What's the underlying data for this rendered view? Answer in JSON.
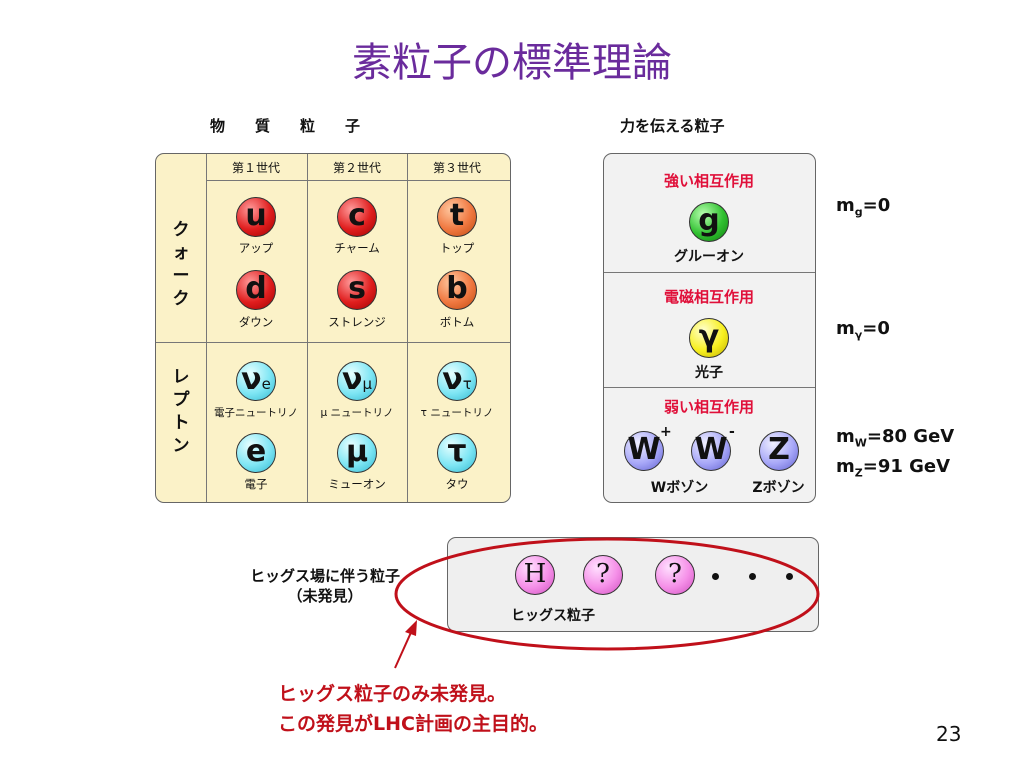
{
  "title": "素粒子の標準理論",
  "matter_header": "物　　質　　粒　　子",
  "force_header": "力を伝える粒子",
  "generations": [
    "第１世代",
    "第２世代",
    "第３世代"
  ],
  "row_labels": {
    "quark": "クォーク",
    "lepton": "レプトン"
  },
  "quarks": [
    {
      "symbol": "u",
      "name": "アップ"
    },
    {
      "symbol": "c",
      "name": "チャーム"
    },
    {
      "symbol": "t",
      "name": "トップ"
    },
    {
      "symbol": "d",
      "name": "ダウン"
    },
    {
      "symbol": "s",
      "name": "ストレンジ"
    },
    {
      "symbol": "b",
      "name": "ボトム"
    }
  ],
  "leptons": [
    {
      "symbol": "ν",
      "sub": "e",
      "name": "電子ニュートリノ"
    },
    {
      "symbol": "ν",
      "sub": "μ",
      "name": "μ ニュートリノ"
    },
    {
      "symbol": "ν",
      "sub": "τ",
      "name": "τ ニュートリノ"
    },
    {
      "symbol": "e",
      "sub": "",
      "name": "電子"
    },
    {
      "symbol": "μ",
      "sub": "",
      "name": "ミューオン"
    },
    {
      "symbol": "τ",
      "sub": "",
      "name": "タウ"
    }
  ],
  "forces": {
    "strong": {
      "title": "強い相互作用",
      "symbol": "g",
      "name": "グルーオン"
    },
    "em": {
      "title": "電磁相互作用",
      "symbol": "γ",
      "name": "光子"
    },
    "weak": {
      "title": "弱い相互作用",
      "w_plus": "W",
      "w_minus": "W",
      "z": "Z",
      "plus": "+",
      "minus": "-",
      "w_name": "Wボゾン",
      "z_name": "Zボゾン"
    }
  },
  "masses": {
    "g": {
      "m": "m",
      "sub": "g",
      "val": "=0"
    },
    "gamma": {
      "m": "m",
      "sub": "γ",
      "val": "=0"
    },
    "w": {
      "m": "m",
      "sub": "W",
      "val": "=80 GeV"
    },
    "z": {
      "m": "m",
      "sub": "Z",
      "val": "=91 GeV"
    }
  },
  "higgs": {
    "label_line1": "ヒッグス場に伴う粒子",
    "label_line2": "（未発見）",
    "symbol": "H",
    "unknown1": "?",
    "unknown2": "?",
    "name": "ヒッグス粒子"
  },
  "note": {
    "line1": "ヒッグス粒子のみ未発見。",
    "line2": "この発見がLHC計画の主目的。"
  },
  "page_number": "23",
  "colors": {
    "title": "#6a2b9c",
    "force_title": "#e0103a",
    "note": "#c0101a",
    "ellipse": "#c0101a"
  }
}
